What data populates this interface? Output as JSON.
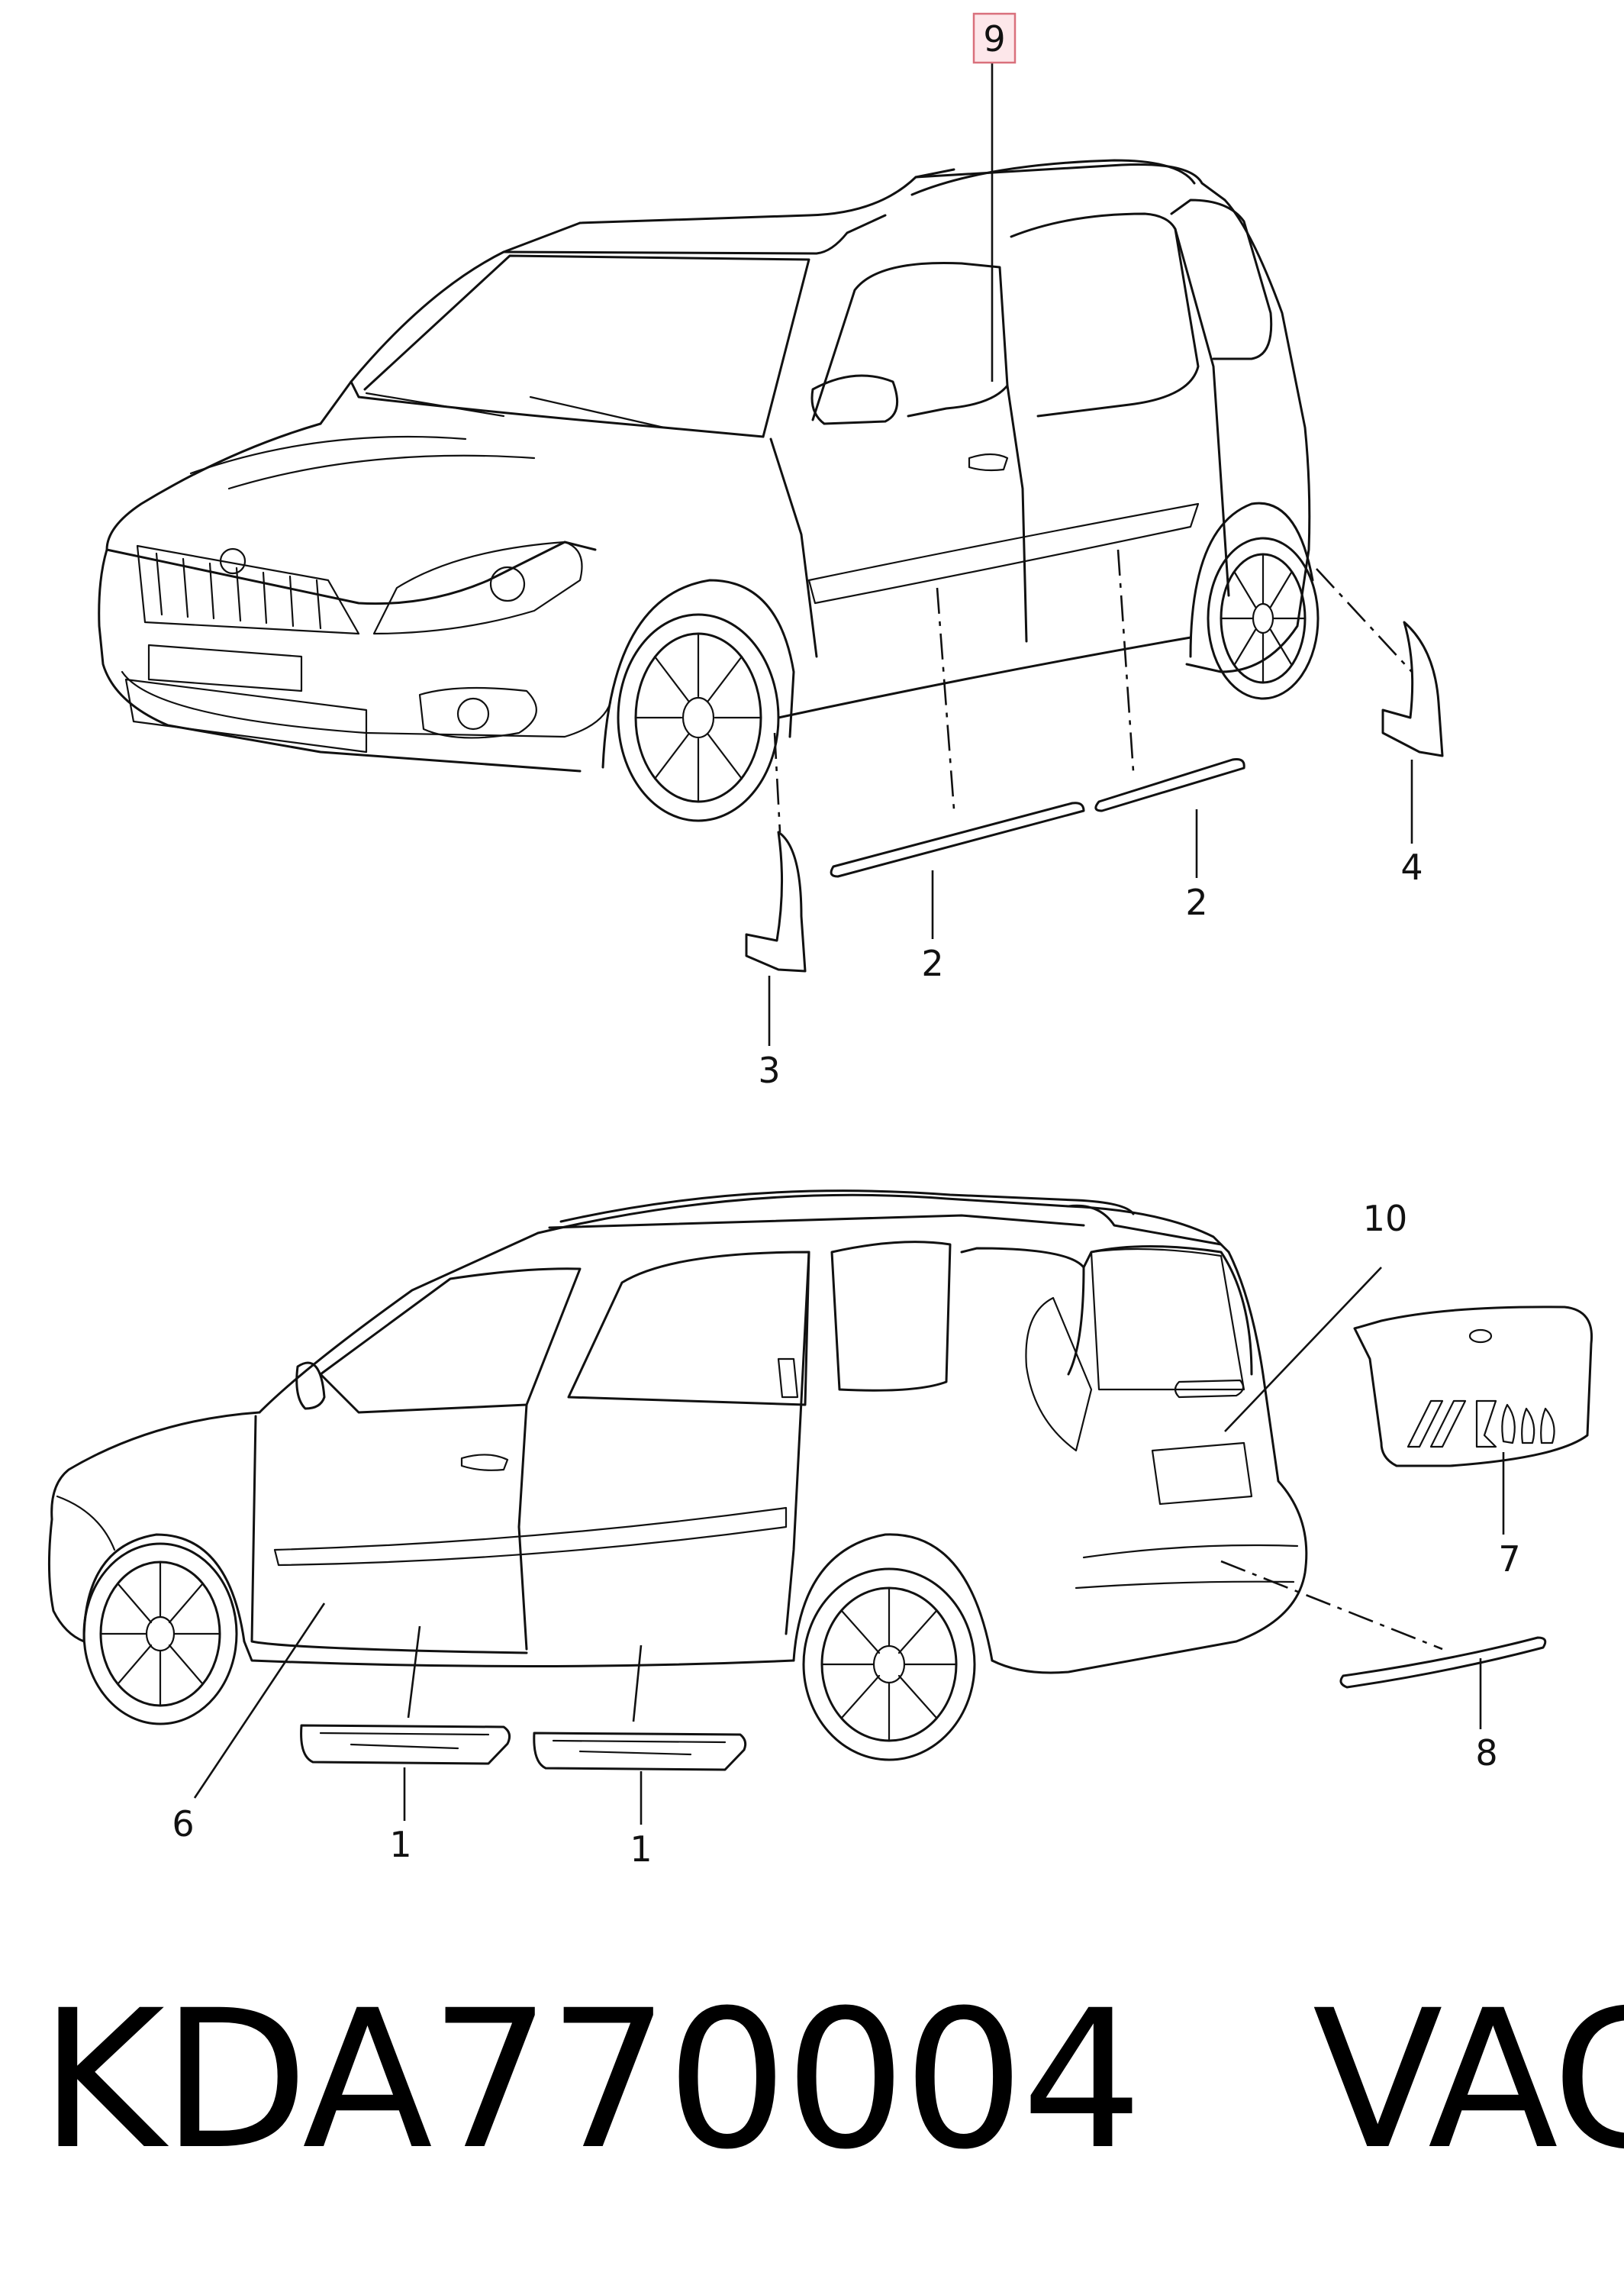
{
  "callouts": {
    "c9": "9",
    "c2a": "2",
    "c2b": "2",
    "c3": "3",
    "c4": "4",
    "c10": "10",
    "c7": "7",
    "c8": "8",
    "c6": "6",
    "c1a": "1",
    "c1b": "1"
  },
  "footer": {
    "part_number": "KDA770004",
    "brand": "VAG",
    "separator": "   "
  },
  "colors": {
    "line": "#111111",
    "highlight_fill": "#fde7ea",
    "highlight_stroke": "#d9707c"
  }
}
